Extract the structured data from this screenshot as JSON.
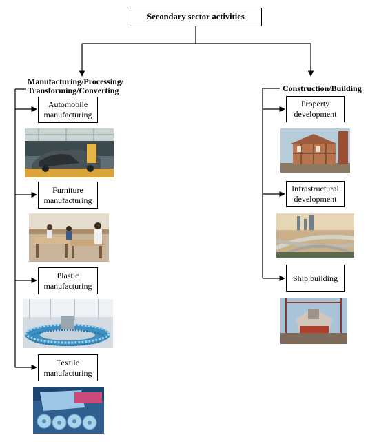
{
  "title": "Secondary sector activities",
  "left": {
    "heading_line1": "Manufacturing/Processing/",
    "heading_line2": "Transforming/Converting",
    "items": [
      {
        "line1": "Automobile",
        "line2": "manufacturing",
        "photo": "automobile-assembly-line-photo"
      },
      {
        "line1": "Furniture",
        "line2": "manufacturing",
        "photo": "furniture-workshop-photo"
      },
      {
        "line1": "Plastic",
        "line2": "manufacturing",
        "photo": "plastic-bottles-conveyor-photo"
      },
      {
        "line1": "Textile",
        "line2": "manufacturing",
        "photo": "textile-rolls-photo"
      }
    ]
  },
  "right": {
    "heading": "Construction/Building",
    "items": [
      {
        "line1": "Property",
        "line2": "development",
        "photo": "house-construction-photo"
      },
      {
        "line1": "Infrastructural",
        "line2": "development",
        "photo": "highway-interchange-photo"
      },
      {
        "line1": "Ship building",
        "line2": "",
        "photo": "shipyard-photo"
      }
    ]
  },
  "colors": {
    "line": "#000000",
    "box_border": "#000000"
  }
}
